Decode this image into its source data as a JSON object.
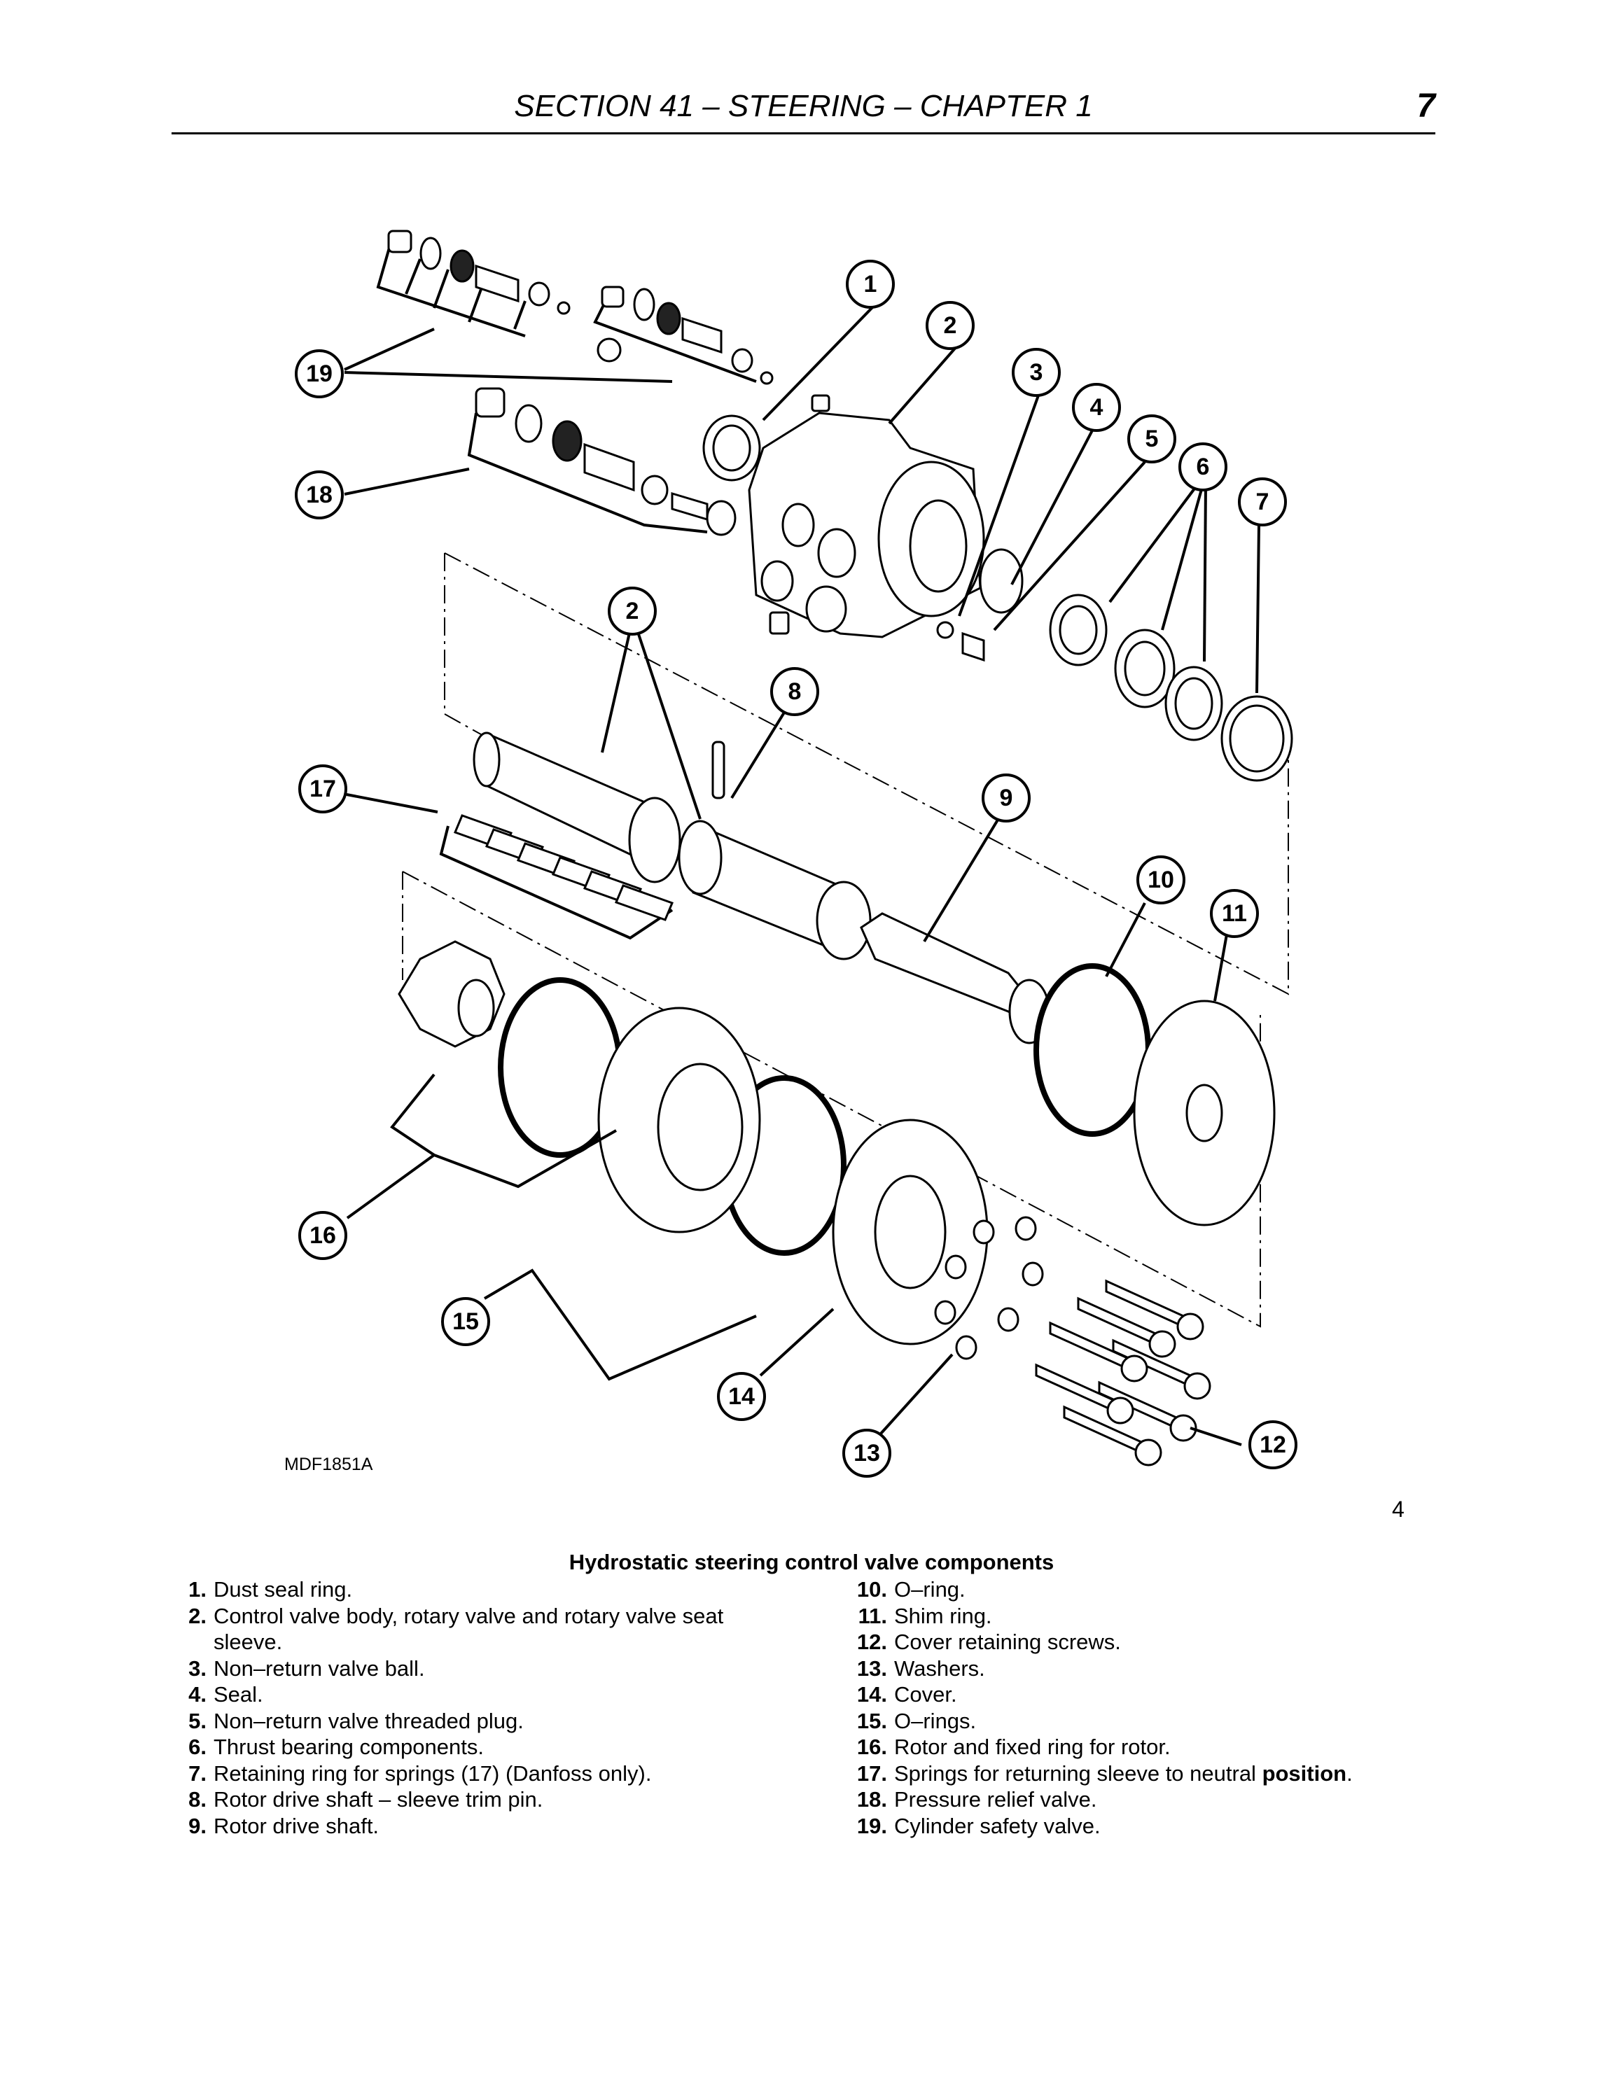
{
  "header": {
    "title": "SECTION 41 – STEERING – CHAPTER 1",
    "page_number": "7"
  },
  "figure": {
    "code": "MDF1851A",
    "number": "4",
    "callouts": [
      "1",
      "2",
      "3",
      "4",
      "5",
      "6",
      "7",
      "2",
      "8",
      "9",
      "10",
      "11",
      "12",
      "13",
      "14",
      "15",
      "16",
      "17",
      "18",
      "19"
    ]
  },
  "caption": "Hydrostatic steering control valve components",
  "legend_left": [
    {
      "num": "1.",
      "text": "Dust seal ring."
    },
    {
      "num": "2.",
      "text": "Control valve body, rotary valve and rotary valve seat sleeve."
    },
    {
      "num": "3.",
      "text": "Non–return valve ball."
    },
    {
      "num": "4.",
      "text": "Seal."
    },
    {
      "num": "5.",
      "text": "Non–return valve threaded plug."
    },
    {
      "num": "6.",
      "text": "Thrust bearing components."
    },
    {
      "num": "7.",
      "text": "Retaining ring for springs (17) (Danfoss only)."
    },
    {
      "num": "8.",
      "text": "Rotor drive shaft – sleeve trim pin."
    },
    {
      "num": "9.",
      "text": "Rotor drive shaft."
    }
  ],
  "legend_right": [
    {
      "num": "10.",
      "text": "O–ring."
    },
    {
      "num": "11.",
      "text": "Shim ring."
    },
    {
      "num": "12.",
      "text": "Cover retaining screws."
    },
    {
      "num": "13.",
      "text": "Washers."
    },
    {
      "num": "14.",
      "text": "Cover."
    },
    {
      "num": "15.",
      "text": "O–rings."
    },
    {
      "num": "16.",
      "text": "Rotor and fixed ring for rotor."
    },
    {
      "num": "17.",
      "text": "Springs for returning sleeve to neutral ",
      "bold_tail": "position",
      "tail": "."
    },
    {
      "num": "18.",
      "text": "Pressure relief valve."
    },
    {
      "num": "19.",
      "text": "Cylinder safety valve."
    }
  ]
}
